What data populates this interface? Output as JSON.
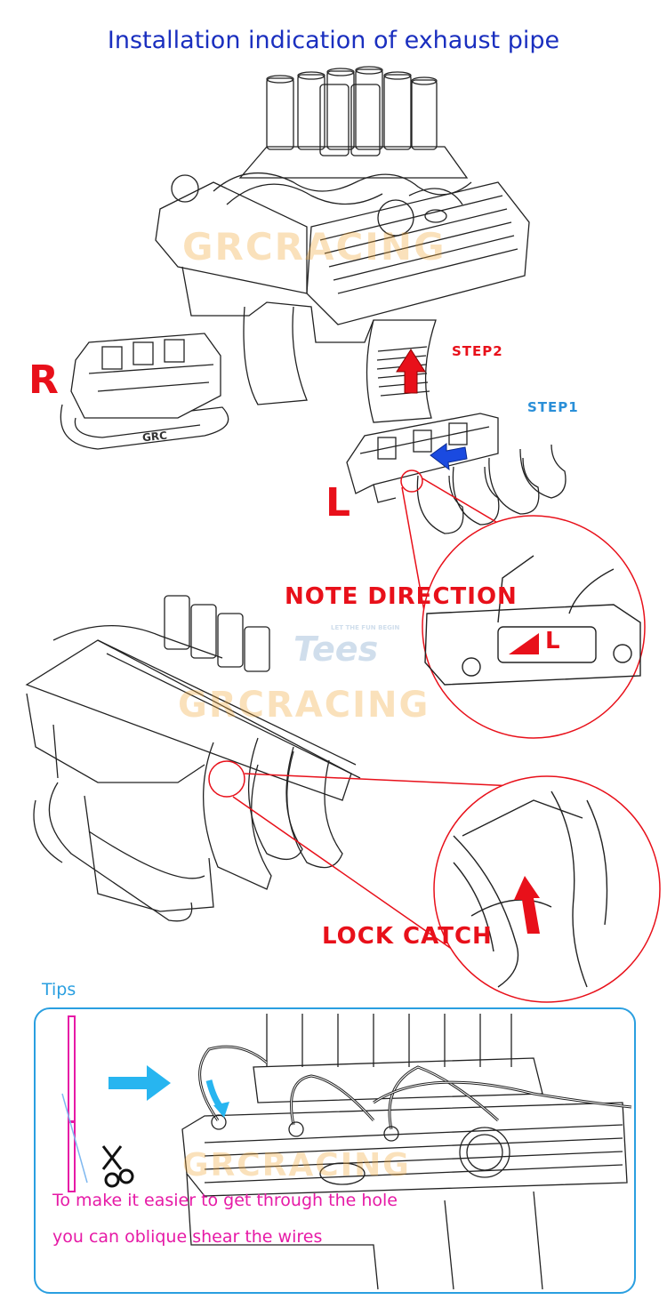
{
  "title": "Installation indication of exhaust pipe",
  "labels": {
    "right_side": "R",
    "left_side": "L",
    "step2": "STEP2",
    "step1": "STEP1",
    "note_direction": "NOTE DIRECTION",
    "part_mark": "L",
    "lock_catch": "LOCK CATCH",
    "part_logo": "GRC"
  },
  "watermarks": {
    "brand": "GRCRACING",
    "tees": "Tees",
    "tees_slogan": "LET THE FUN BEGIN"
  },
  "tips": {
    "heading": "Tips",
    "line1": "To make it easier to get through the hole",
    "line2": "you can oblique shear the wires"
  },
  "icons": {
    "scissors": "scissors-icon",
    "arrow_up": "arrow-up-icon",
    "arrow_left": "arrow-left-icon",
    "arrow_right": "arrow-right-icon"
  },
  "colors": {
    "title": "#1a2fbf",
    "accent_red": "#e8101a",
    "step1_blue": "#2a8fd8",
    "tips_blue": "#2a9fe0",
    "tips_text": "#e61aa6"
  }
}
